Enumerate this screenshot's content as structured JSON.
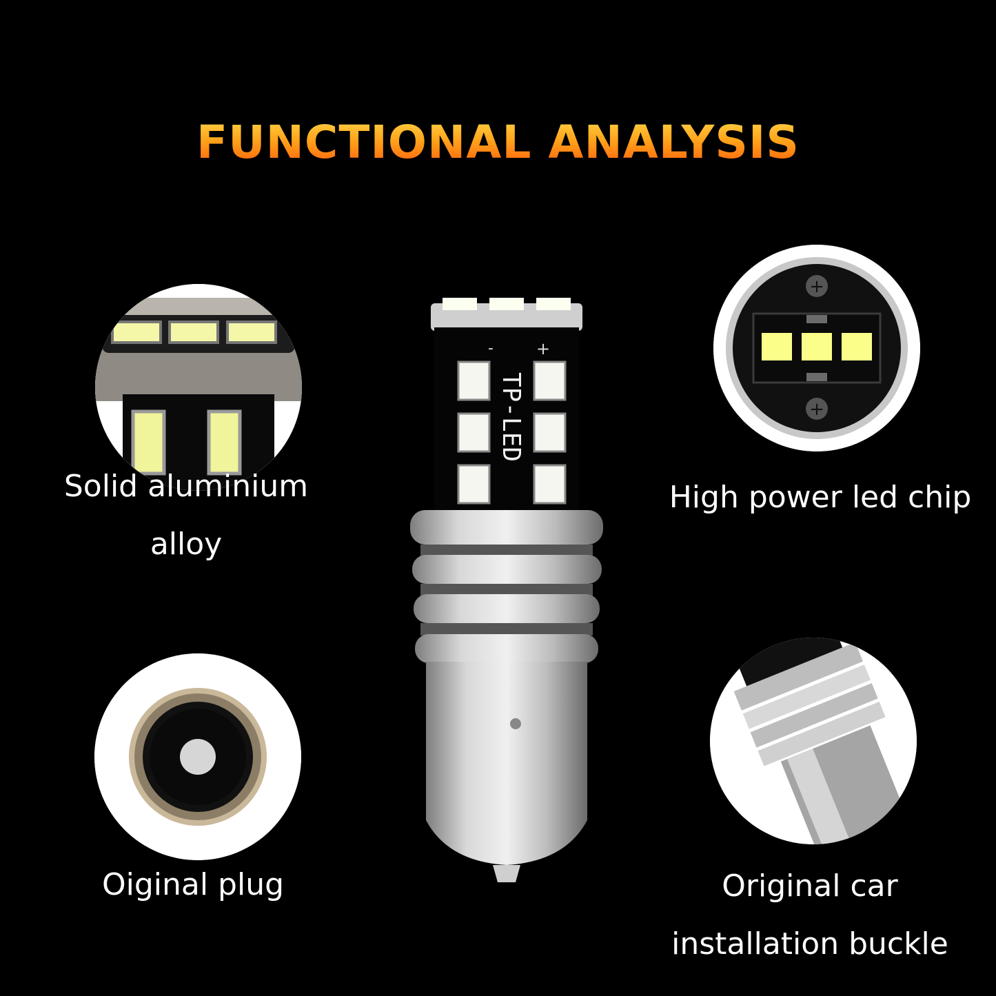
{
  "title": "FUNCTIONAL ANALYSIS",
  "colors": {
    "background": "#000000",
    "title_gradient": [
      "#ffd84a",
      "#ffa51c",
      "#ff5a0a"
    ],
    "caption_text": "#ffffff",
    "led_glow": "#fffbd0"
  },
  "features": {
    "top_left": {
      "line1": "Solid aluminium",
      "line2": "alloy"
    },
    "top_right": {
      "line1": "High power led chip"
    },
    "bottom_left": {
      "line1": "Oiginal plug"
    },
    "bottom_right": {
      "line1": "Original car",
      "line2": "installation buckle"
    }
  },
  "bulb": {
    "pcb_label": "TP-LED",
    "polarity": {
      "minus": "-",
      "plus": "+"
    }
  },
  "icons": [
    "aluminium-detail-icon",
    "led-chip-detail-icon",
    "plug-detail-icon",
    "buckle-detail-icon",
    "led-bulb-icon"
  ]
}
